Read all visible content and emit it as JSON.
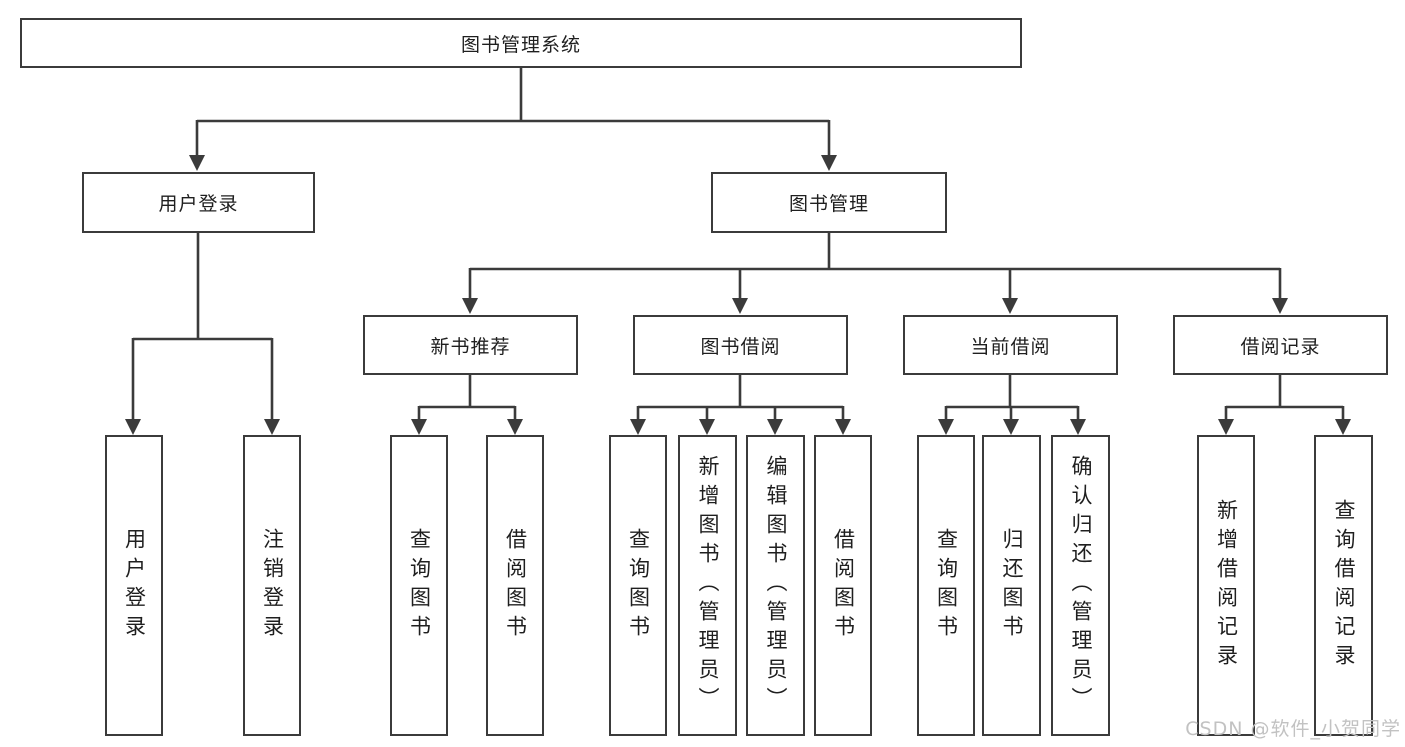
{
  "tree": {
    "root": {
      "label": "图书管理系统"
    },
    "branches": [
      {
        "label": "用户登录",
        "children": [
          {
            "label": "用户登录"
          },
          {
            "label": "注销登录"
          }
        ]
      },
      {
        "label": "图书管理",
        "children": [
          {
            "label": "新书推荐",
            "children": [
              {
                "label": "查询图书"
              },
              {
                "label": "借阅图书"
              }
            ]
          },
          {
            "label": "图书借阅",
            "children": [
              {
                "label": "查询图书"
              },
              {
                "label": "新增图书（管理员）"
              },
              {
                "label": "编辑图书（管理员）"
              },
              {
                "label": "借阅图书"
              }
            ]
          },
          {
            "label": "当前借阅",
            "children": [
              {
                "label": "查询图书"
              },
              {
                "label": "归还图书"
              },
              {
                "label": "确认归还（管理员）"
              }
            ]
          },
          {
            "label": "借阅记录",
            "children": [
              {
                "label": "新增借阅记录"
              },
              {
                "label": "查询借阅记录"
              }
            ]
          }
        ]
      }
    ]
  },
  "watermark": {
    "text": "CSDN @软件_小贺同学"
  },
  "colors": {
    "line": "#3b3b3b",
    "text": "#1f1f1f",
    "bg": "#ffffff",
    "watermark": "#c2c2c2"
  }
}
